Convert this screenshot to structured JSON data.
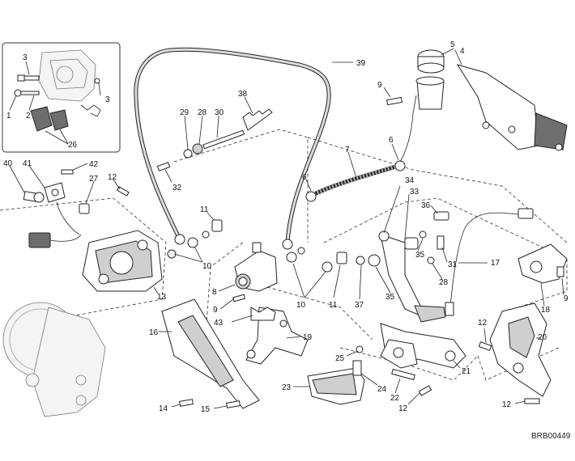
{
  "diagram": {
    "reference_code": "BRB00449",
    "callouts": {
      "c1": "1",
      "c2": "2",
      "c3a": "3",
      "c3b": "3",
      "c26": "26",
      "c40": "40",
      "c41": "41",
      "c42": "42",
      "c27": "27",
      "c12a": "12",
      "c29": "29",
      "c28a": "28",
      "c30": "30",
      "c38": "38",
      "c32": "32",
      "c39": "39",
      "c5": "5",
      "c4": "4",
      "c9a": "9",
      "c6a": "6",
      "c7": "7",
      "c6b": "6",
      "c34": "34",
      "c33": "33",
      "c11a": "11",
      "c10a": "10",
      "c13": "13",
      "c36": "36",
      "c17": "17",
      "c35a": "35",
      "c31": "31",
      "c28b": "28",
      "c8": "8",
      "c9b": "9",
      "c10b": "10",
      "c11b": "11",
      "c37": "37",
      "c35b": "35",
      "c18": "18",
      "c9c": "9",
      "c43": "43",
      "c16": "16",
      "c19": "19",
      "c25": "25",
      "c21": "21",
      "c20": "20",
      "c12b": "12",
      "c23": "23",
      "c24": "24",
      "c22": "22",
      "c12c": "12",
      "c14": "14",
      "c15": "15",
      "c12d": "12"
    }
  }
}
